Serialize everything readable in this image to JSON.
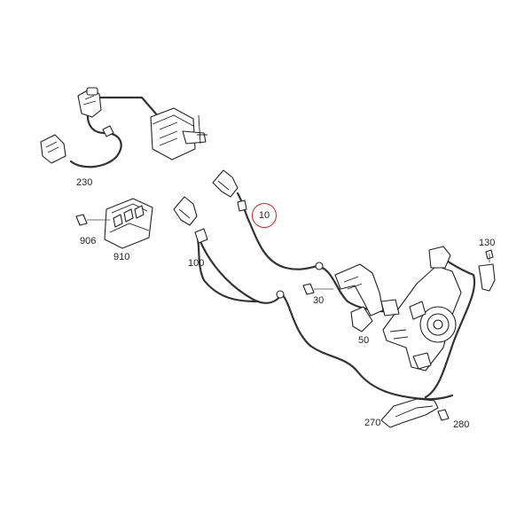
{
  "diagram": {
    "type": "exploded parts diagram",
    "highlight_color": "#d62020",
    "selected_part": "10",
    "callouts": {
      "p230": "230",
      "p906": "906",
      "p910": "910",
      "p10": "10",
      "p100": "100",
      "p130": "130",
      "p30": "30",
      "p50": "50",
      "p270": "270",
      "p280": "280"
    }
  }
}
